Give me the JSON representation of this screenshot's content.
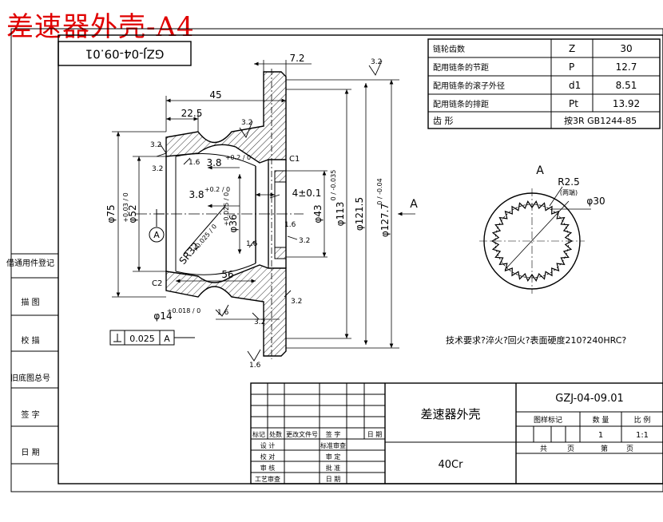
{
  "header_title": "差速器外壳-A4",
  "drawing_number_flipped": "GZJ-04-09.01",
  "left_column": [
    "借通用件登记",
    "描 图",
    "校 描",
    "旧底图总号",
    "签 字",
    "日 期"
  ],
  "param_table": [
    {
      "name": "链轮齿数",
      "symbol": "Z",
      "value": "30"
    },
    {
      "name": "配用链条的节距",
      "symbol": "P",
      "value": "12.7"
    },
    {
      "name": "配用链条的滚子外径",
      "symbol": "d1",
      "value": "8.51"
    },
    {
      "name": "配用链条的排距",
      "symbol": "Pt",
      "value": "13.92"
    },
    {
      "name": "齿 形",
      "symbol": "",
      "value": "按3R GB1244-85"
    }
  ],
  "dimensions": {
    "top_7_2": "7.2",
    "d45": "45",
    "d22_5": "22.5",
    "d56": "56",
    "phi75": "φ75",
    "phi52": "φ52",
    "phi52_tol": "+0.03 / 0",
    "phi36": "φ36",
    "phi36_tol": "+0.025 / 0",
    "phi43": "φ43",
    "phi113": "φ113",
    "phi113_tol": "0 / -0.035",
    "phi121_5": "φ121.5",
    "phi127_7": "φ127.7",
    "phi127_7_tol": "0 / -0.04",
    "d3_8_a": "3.8",
    "d3_8_a_tol": "+0.2 / 0",
    "d3_8_b": "3.8",
    "d3_8_b_tol": "+0.2 / 0",
    "d4": "4±0.1",
    "sr32": "SR32",
    "sr32_tol": "+0.025 / 0",
    "phi14": "φ14",
    "phi14_tol": "+0.018 / 0",
    "c1": "C1",
    "c2": "C2",
    "rough_3_2": "3.2",
    "rough_1_6": "1.6",
    "view_a": "A",
    "datum_a": "A",
    "tolerance_value": "0.025",
    "tolerance_datum": "A"
  },
  "detail_view": {
    "label": "A",
    "r": "R2.5",
    "r_note": "(两端)",
    "phi": "φ30"
  },
  "tech_requirement": "技术要求?淬火?回火?表面硬度210?240HRC?",
  "title_block": {
    "part_name": "差速器外壳",
    "material": "40Cr",
    "drawing_no": "GZJ-04-09.01",
    "headers": [
      "图样标记",
      "数 量",
      "比 例"
    ],
    "values": [
      "",
      "1",
      "1:1"
    ],
    "sheet": [
      "共",
      "页",
      "第",
      "页"
    ],
    "rev_headers": [
      "标记",
      "处数",
      "更改文件号",
      "签 字",
      "日 期"
    ],
    "signers": [
      [
        "设 计",
        "标准审查"
      ],
      [
        "校 对",
        "审 定"
      ],
      [
        "审 核",
        "批 准"
      ],
      [
        "工艺审查",
        "日 期"
      ]
    ]
  }
}
